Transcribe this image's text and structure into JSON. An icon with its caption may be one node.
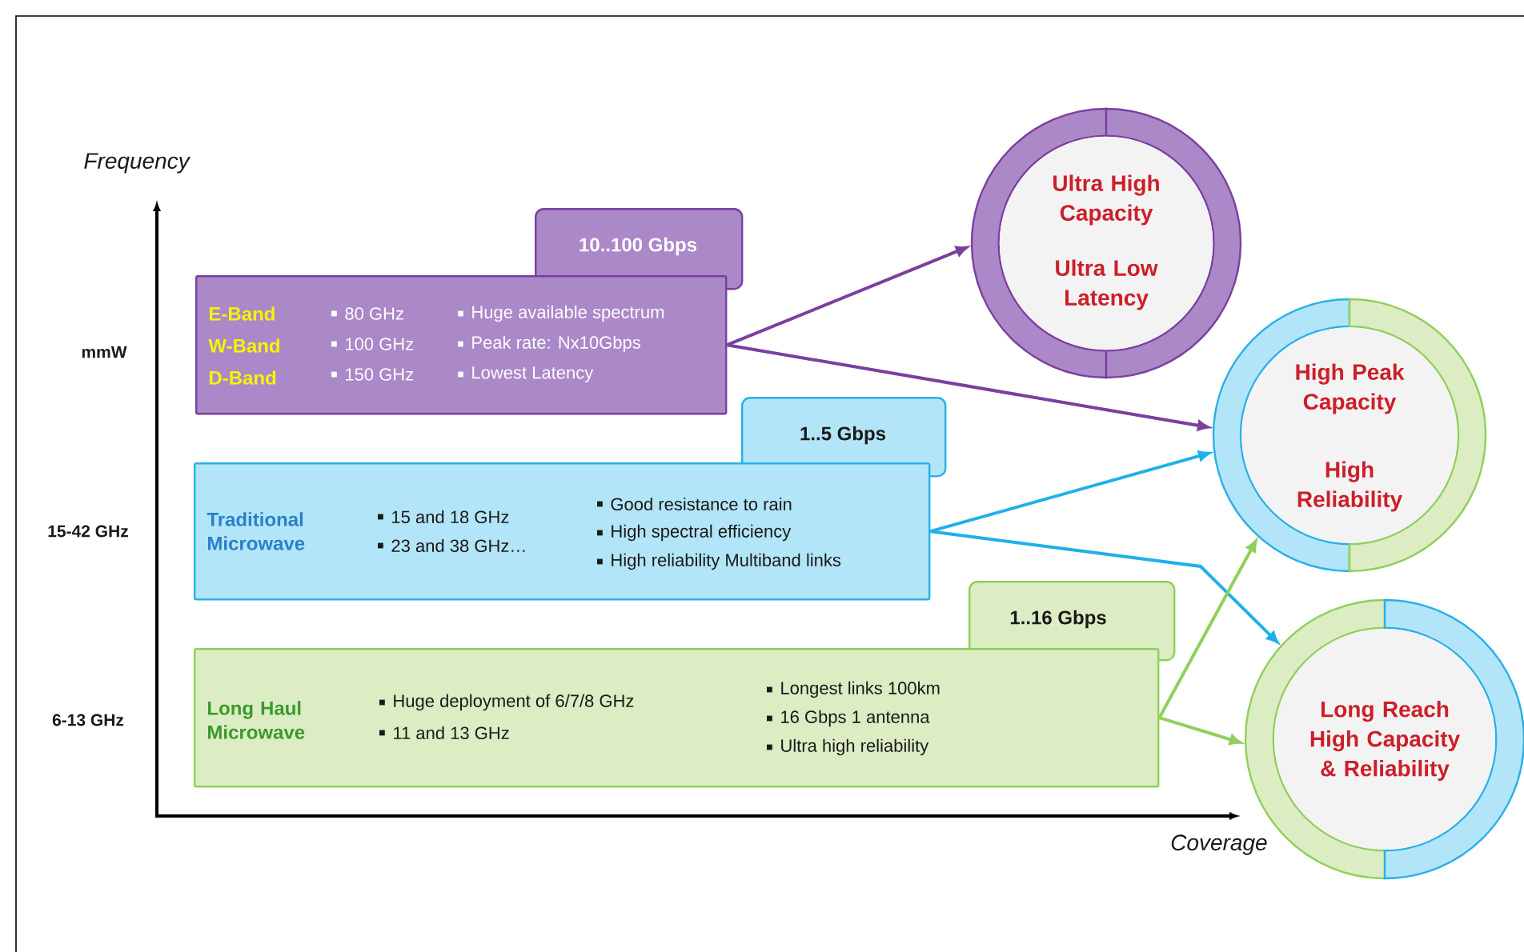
{
  "diagram": {
    "nodes": [
      {
        "text": [
          "E-Band",
          "W-Band",
          "D-Band",
          "80 GHz",
          "100 GHz",
          "150 GHz",
          "Huge available spectrum",
          "Peak rate: Nx10Gbps",
          "Lowest Latency"
        ]
      },
      {
        "text": [
          "10..100 Gbps"
        ]
      },
      {
        "text": [
          "Traditional Microwave",
          "15 and 18 GHz",
          "23 and 38 GHz…",
          "Good resistance to rain",
          "High spectral efficiency",
          "High reliability Multiband links"
        ]
      },
      {
        "text": [
          "1..5 Gbps"
        ]
      },
      {
        "text": [
          "Long Haul Microwave",
          "Huge deployment of 6/7/8 GHz",
          "11 and 13 GHz",
          "Longest links 100km",
          "16 Gbps 1 antenna",
          "Ultra high reliability"
        ]
      },
      {
        "text": [
          "1..16 Gbps"
        ]
      },
      {
        "text": [
          "Ultra High Capacity",
          "Ultra Low Latency"
        ]
      },
      {
        "text": [
          "High Peak Capacity",
          "High Reliability"
        ]
      },
      {
        "text": [
          "Long Reach High Capacity & Reliability"
        ]
      }
    ],
    "edges": [
      {
        "from": 0,
        "to": 6,
        "arrow": "to",
        "color": "#7b3f9e"
      },
      {
        "from": 0,
        "to": 7,
        "arrow": "to",
        "color": "#7b3f9e"
      },
      {
        "from": 2,
        "to": 7,
        "arrow": "to",
        "color": "#1fb0ea"
      },
      {
        "from": 2,
        "to": 8,
        "arrow": "to",
        "color": "#1fb0ea"
      },
      {
        "from": 4,
        "to": 7,
        "arrow": "to",
        "color": "#8fd05a"
      },
      {
        "from": 4,
        "to": 8,
        "arrow": "to",
        "color": "#8fd05a"
      }
    ],
    "labels": [
      "Frequency",
      "mmW",
      "15-42 GHz",
      "6-13 GHz",
      "Coverage"
    ]
  }
}
